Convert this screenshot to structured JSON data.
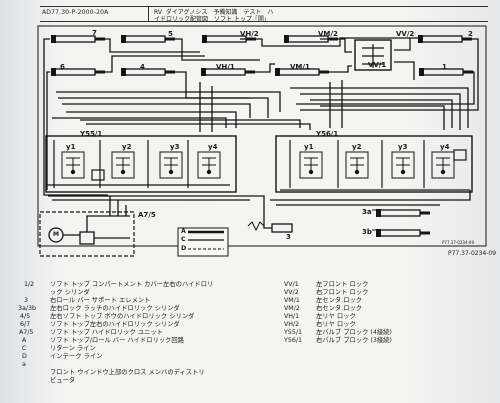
{
  "header": {
    "doc_code": "AD77.30-P-2000-20A",
    "section": "RV",
    "title_line1": "ダイアグノシス　予備知識　テスト　ハ",
    "title_line2": "イドロリック配管図　ソフト トップ「開」"
  },
  "diagram": {
    "component_labels": [
      "7",
      "5",
      "VH/2",
      "VM/2",
      "VV/2",
      "2",
      "6",
      "4",
      "VH/1",
      "VM/1",
      "VV/1",
      "1",
      "Y55/1",
      "y1",
      "y2",
      "y3",
      "y4",
      "Y56/1",
      "y1",
      "y2",
      "y3",
      "y4",
      "A7/5",
      "A",
      "C",
      "D",
      "3",
      "3a",
      "3b",
      "M"
    ],
    "figure_number": "P77.37-0234-09",
    "small_ref_1": "P77.37-0234-09",
    "small_ref_2": "P77.37-0234-09"
  },
  "legend": {
    "left": [
      {
        "code": "1/2",
        "text": "ソフト トップ コンパートメント カバー左右のハイドロリ"
      },
      {
        "code": "",
        "text": "ック シリンダ"
      },
      {
        "code": "3",
        "text": "右ロール バー サポート エレメント"
      },
      {
        "code": "3a/3b",
        "text": "左右ロック ラッチのハイドロリック シリンダ"
      },
      {
        "code": "4/5",
        "text": "左右ソフト トップ ボウのハイドロリック シリンダ"
      },
      {
        "code": "6/7",
        "text": "ソフト トップ左右のハイドロリック シリンダ"
      },
      {
        "code": "A7/5",
        "text": "ソフト トップ ハイドロリック ユニット"
      },
      {
        "code": "A",
        "text": "ソフト トップ/ロール バー ハイドロリック回路"
      },
      {
        "code": "C",
        "text": "リターン ライン"
      },
      {
        "code": "D",
        "text": "インテーク ライン"
      },
      {
        "code": "a",
        "text": ""
      },
      {
        "code": "",
        "text": "フロント ウインドウ上部のクロス メンバのディストリ"
      },
      {
        "code": "",
        "text": "ビュータ"
      }
    ],
    "right": [
      {
        "code": "VV/1",
        "text": "左フロント ロック"
      },
      {
        "code": "VV/2",
        "text": "右フロント ロック"
      },
      {
        "code": "VM/1",
        "text": "左センタ ロック"
      },
      {
        "code": "VM/2",
        "text": "右センタ ロック"
      },
      {
        "code": "VH/1",
        "text": "左リヤ ロック"
      },
      {
        "code": "VH/2",
        "text": "右リヤ ロック"
      },
      {
        "code": "Y55/1",
        "text": "左バルブ ブロック (4接続)"
      },
      {
        "code": "Y56/1",
        "text": "右バルブ ブロック (3接続)"
      }
    ]
  },
  "colors": {
    "ink": "#141414",
    "paper": "#f3f3f1"
  }
}
